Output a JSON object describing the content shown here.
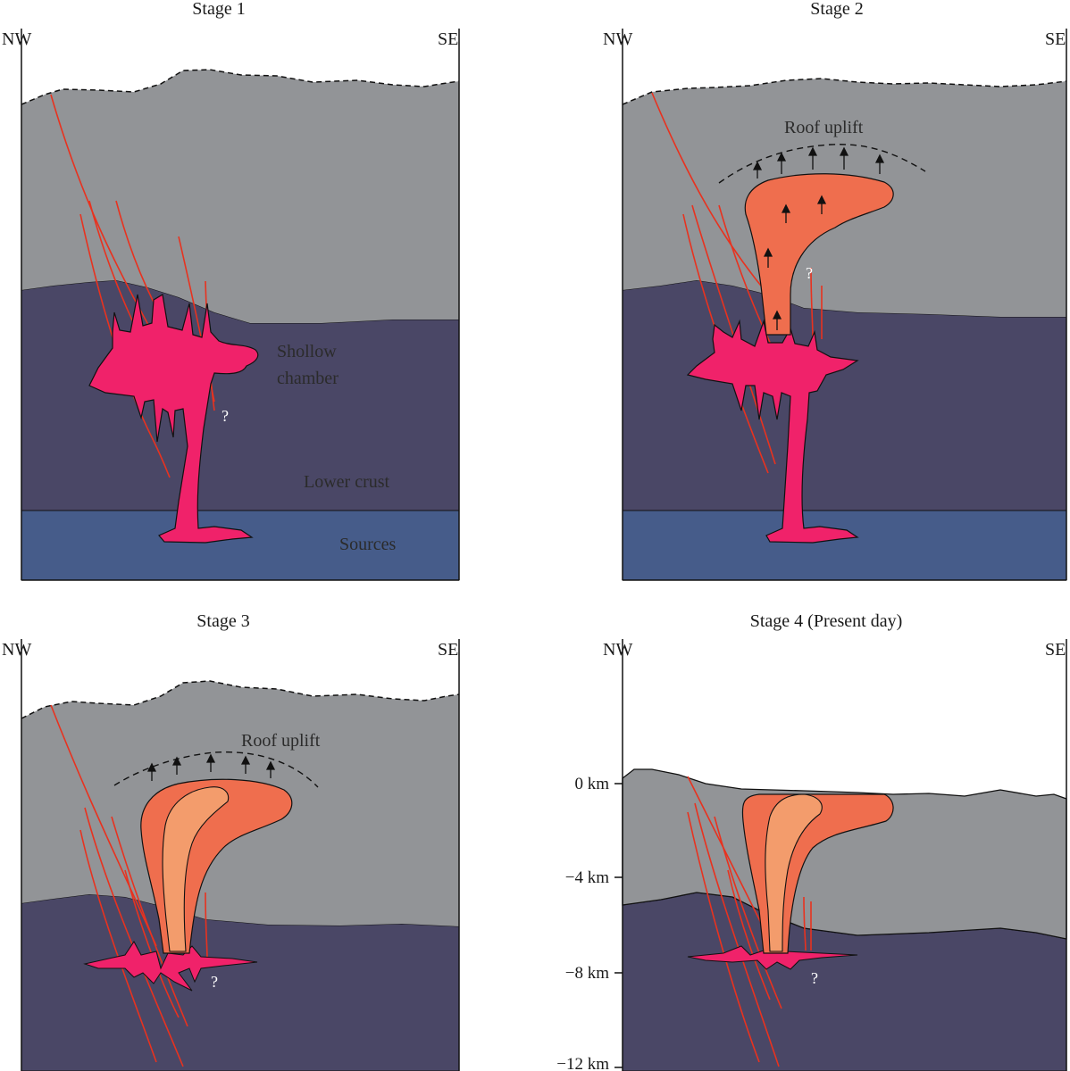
{
  "panels": [
    {
      "title": "Stage 1",
      "dir_left": "NW",
      "dir_right": "SE",
      "labels": {
        "shallow_chamber_1": "Shollow",
        "shallow_chamber_2": "chamber",
        "lower_crust": "Lower crust",
        "sources": "Sources"
      },
      "question_mark": "?"
    },
    {
      "title": "Stage 2",
      "dir_left": "NW",
      "dir_right": "SE",
      "labels": {
        "roof_uplift": "Roof  uplift"
      },
      "question_mark": "?"
    },
    {
      "title": "Stage 3",
      "dir_left": "NW",
      "dir_right": "SE",
      "labels": {
        "roof_uplift": "Roof  uplift"
      },
      "question_mark": "?"
    },
    {
      "title": "Stage 4 (Present day)",
      "dir_left": "NW",
      "dir_right": "SE",
      "question_mark": "?",
      "depth_ticks": [
        "0 km",
        "−4 km",
        "−8 km",
        "−12 km"
      ]
    }
  ],
  "colors": {
    "upper_crust": "#929497",
    "lower_crust": "#4a4766",
    "sources": "#465c8a",
    "shallow_magma": "#f0226a",
    "pluton_outer": "#ef6e4e",
    "pluton_inner": "#f39c6c",
    "fault": "#e8321f"
  }
}
